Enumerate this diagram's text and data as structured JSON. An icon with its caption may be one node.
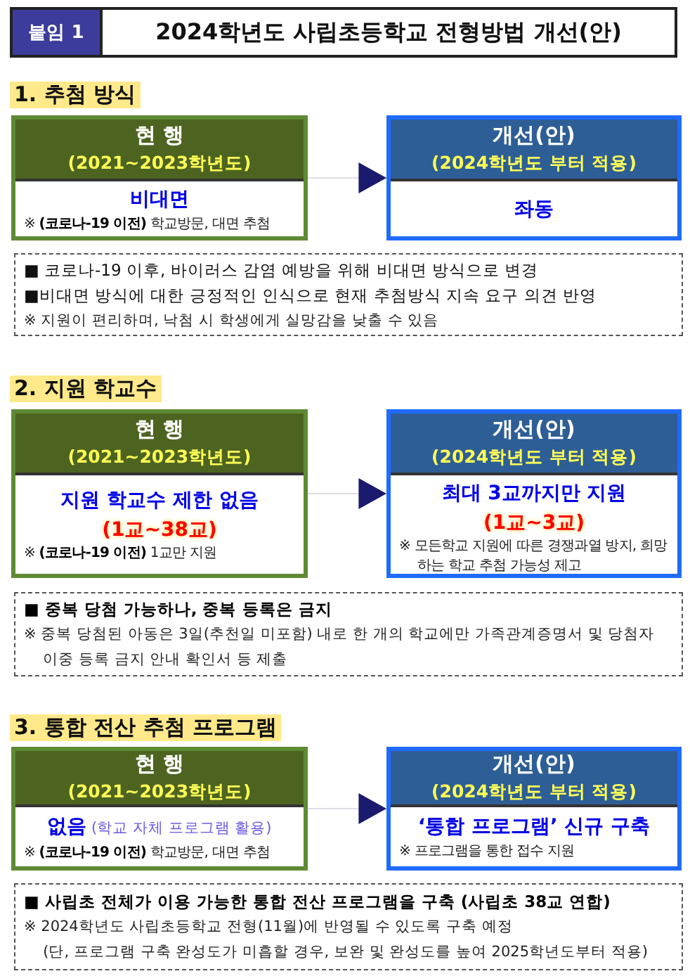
{
  "diagram": {
    "title": "2024학년도 사립초등학교 전형방법 개선(안)",
    "nodes": [
      {
        "text": [
          "현 행",
          "(2021~2023학년도)",
          "비대면",
          "※ **(코로나-19 이전)** 학교방문, 대면 추첨"
        ]
      },
      {
        "text": [
          "개선(안)",
          "(2024학년도 부터 적용)",
          "좌동"
        ]
      },
      {
        "text": [
          "■ 코로나-19 이후, 바이러스 감염 예방을 위해 비대면 방식으로 변경",
          "■비대면 방식에 대한 긍정적인 인식으로 현재 추첨방식 지속 요구 의견 반영",
          "※ 지원이 편리하며, 낙첨 시 학생에게 실망감을 낮출 수 있음"
        ]
      },
      {
        "text": [
          "현 행",
          "(2021~2023학년도)",
          "지원 학교수 제한 없음",
          "(1교~38교)",
          "※ **(코로나-19 이전)** 1교만 지원"
        ]
      },
      {
        "text": [
          "개선(안)",
          "(2024학년도 부터 적용)",
          "최대 3교까지만 지원",
          "(1교~3교)",
          "※ 모든학교 지원에 따른 경쟁과열 방지, 희망하는 학교 추첨 가능성 제고"
        ]
      },
      {
        "text": [
          "■ 중복 당첨 가능하나, 중복 등록은 금지",
          "※ 중복 당첨된 아동은 3일(추천일 미포함) 내로 한 개의 학교에만 가족관계증명서 및 당첨자 이중 등록 금지 안내 확인서 등 제출"
        ]
      },
      {
        "text": [
          "현 행",
          "(2021~2023학년도)",
          "**없음** (학교 자체 프로그램 활용)",
          "※ **(코로나-19 이전)** 학교방문, 대면 추첨"
        ]
      },
      {
        "text": [
          "개선(안)",
          "(2024학년도 부터 적용)",
          "‘통합 프로그램’ 신규 구축",
          "※ 프로그램을 통한 접수 지원"
        ]
      },
      {
        "text": [
          "■ **사립초 전체가 이용 가능한 통합 전산 프로그램을 구축** (사립초 38교 연합)",
          "※ 2024학년도 사립초등학교 전형(11월)에 반영될 수 있도록 구축 예정",
          "(단, 프로그램 구축 완성도가 미흡할 경우, 보완 및 완성도를 높여 2025학년도부터 적용)"
        ]
      }
    ],
    "edges": [
      {
        "from": 0,
        "to": 1,
        "arrow": "to"
      },
      {
        "from": 3,
        "to": 4,
        "arrow": "to"
      },
      {
        "from": 6,
        "to": 7,
        "arrow": "to"
      }
    ],
    "labels": [
      "붙임 1",
      "1. 추첨 방식",
      "2. 지원 학교수",
      "3. 통합 전산 추첨 프로그램"
    ]
  }
}
